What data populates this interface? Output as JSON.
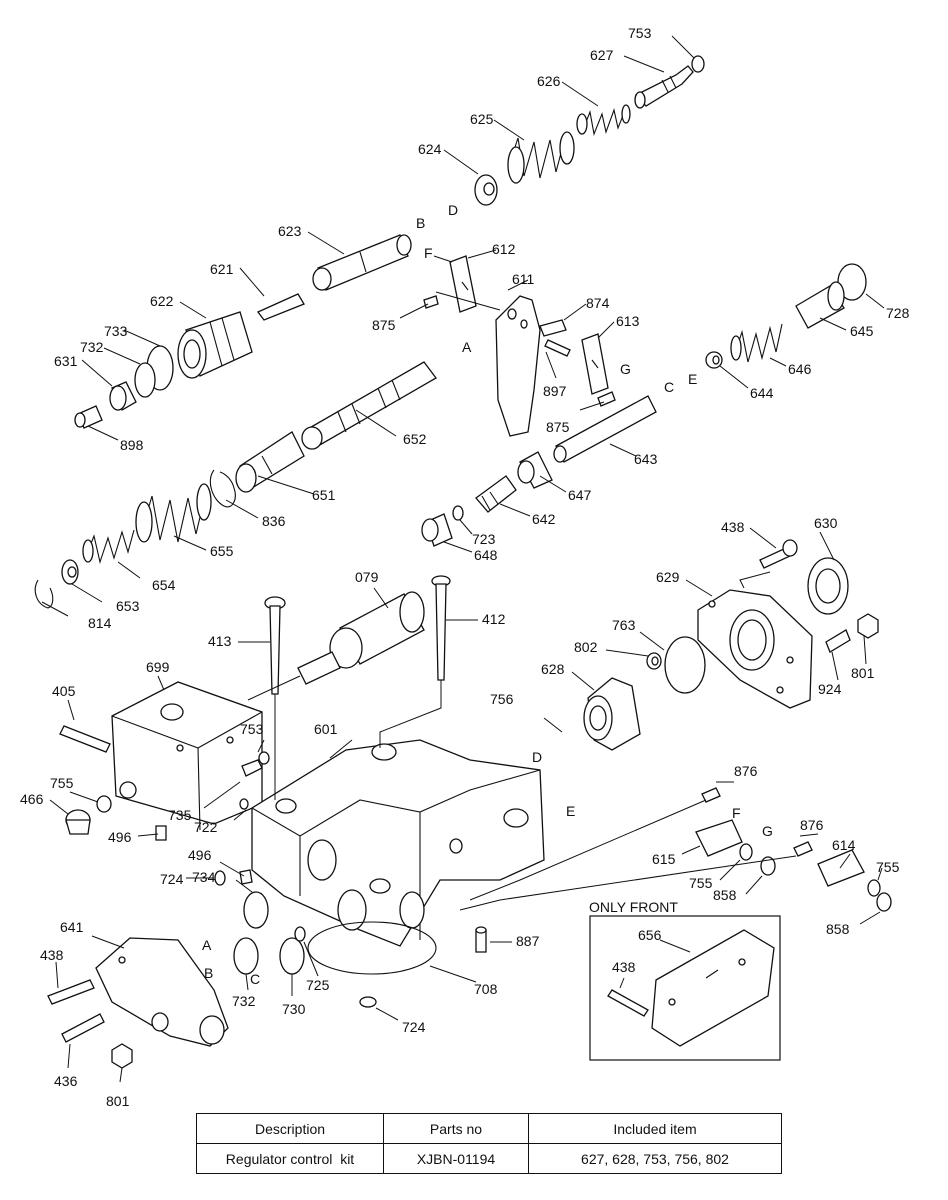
{
  "callouts": {
    "c753a": "753",
    "c627": "627",
    "c626": "626",
    "c625": "625",
    "c624": "624",
    "c623": "623",
    "c621": "621",
    "c622": "622",
    "c733": "733",
    "c732a": "732",
    "c631": "631",
    "c898": "898",
    "c612": "612",
    "c611": "611",
    "c874": "874",
    "c613": "613",
    "c875a": "875",
    "c897": "897",
    "c875b": "875",
    "c652": "652",
    "c651": "651",
    "c836": "836",
    "c655": "655",
    "c654": "654",
    "c653": "653",
    "c814": "814",
    "c728": "728",
    "c645": "645",
    "c646": "646",
    "c644": "644",
    "c643": "643",
    "c647": "647",
    "c642": "642",
    "c723": "723",
    "c648": "648",
    "c438a": "438",
    "c630": "630",
    "c629": "629",
    "c763": "763",
    "c802": "802",
    "c628": "628",
    "c924": "924",
    "c801a": "801",
    "c079": "079",
    "c412": "412",
    "c413": "413",
    "c699": "699",
    "c405": "405",
    "c753b": "753",
    "c756": "756",
    "c601": "601",
    "c755a": "755",
    "c466": "466",
    "c735": "735",
    "c722": "722",
    "c496a": "496",
    "c496b": "496",
    "c724a": "724",
    "c734": "734",
    "c876a": "876",
    "c876b": "876",
    "c614": "614",
    "c615": "615",
    "c755b": "755",
    "c858a": "858",
    "c755c": "755",
    "c858b": "858",
    "c887": "887",
    "c641": "641",
    "c438b": "438",
    "c436": "436",
    "c801b": "801",
    "c732b": "732",
    "c730": "730",
    "c725": "725",
    "c708": "708",
    "c724b": "724",
    "c656": "656",
    "c438c": "438"
  },
  "letters": {
    "lB1": "B",
    "lF1": "F",
    "lD1": "D",
    "lA1": "A",
    "lG1": "G",
    "lE1": "E",
    "lC1": "C",
    "lD2": "D",
    "lE2": "E",
    "lF2": "F",
    "lG2": "G",
    "lA2": "A",
    "lB2": "B",
    "lC2": "C"
  },
  "inset": {
    "title": "ONLY FRONT"
  },
  "kit_table": {
    "headers": [
      "Description",
      "Parts no",
      "Included item"
    ],
    "row": [
      "Regulator control  kit",
      "XJBN-01194",
      "627, 628, 753, 756, 802"
    ]
  }
}
